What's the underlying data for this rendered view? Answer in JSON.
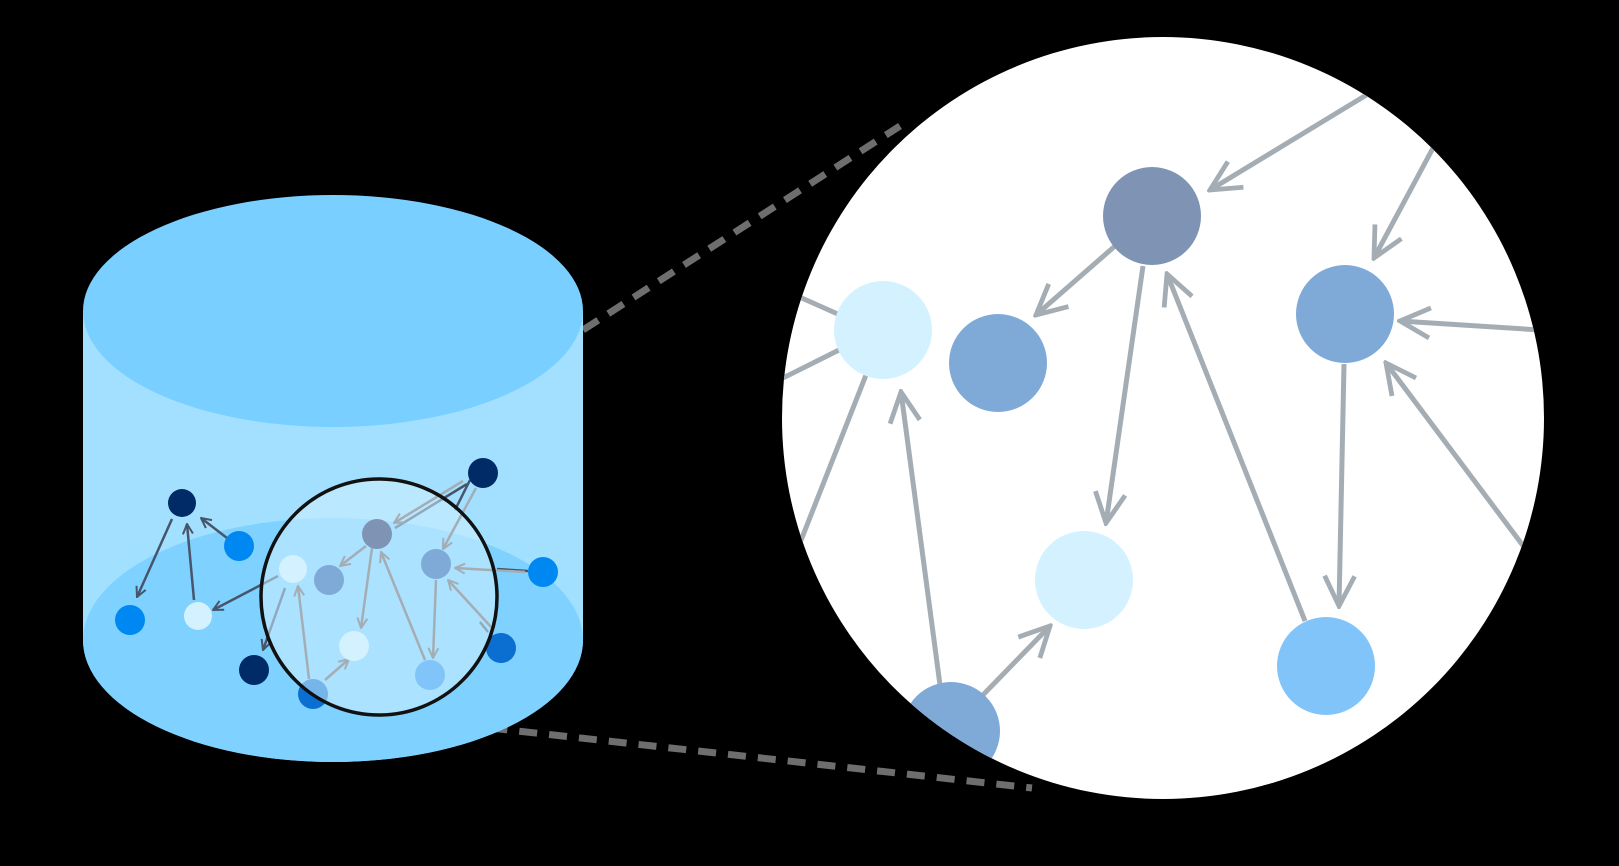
{
  "diagram": {
    "background": "#000000",
    "cylinder": {
      "body_color": "#a3e0ff",
      "top_color": "#79cfff",
      "inner_floor_color": "#7fd2ff"
    },
    "magnifier": {
      "lens_fill": "#cdeeff",
      "zoom_fill": "#ffffff",
      "connector_color": "#6e6e6e",
      "outline_color": "#111111"
    },
    "node_colors": {
      "navy": "#002b66",
      "royal": "#0a6fd1",
      "bright": "#0088f2",
      "steel": "#7f94b4",
      "periwinkle": "#7faad8",
      "sky": "#80c4fa",
      "pale": "#d3f1ff"
    },
    "edge_colors": {
      "dark": "#47556b",
      "light": "#a5adb4"
    },
    "scene_nodes": [
      {
        "id": "n1",
        "tone": "navy"
      },
      {
        "id": "n2",
        "tone": "bright"
      },
      {
        "id": "n3",
        "tone": "bright"
      },
      {
        "id": "n4",
        "tone": "pale"
      },
      {
        "id": "n5",
        "tone": "navy"
      },
      {
        "id": "n6",
        "tone": "bright"
      },
      {
        "id": "n7",
        "tone": "navy"
      },
      {
        "id": "n8",
        "tone": "royal"
      },
      {
        "id": "n9",
        "tone": "royal"
      },
      {
        "id": "n10",
        "tone": "pale"
      },
      {
        "id": "n11",
        "tone": "periwinkle"
      },
      {
        "id": "n12",
        "tone": "steel"
      },
      {
        "id": "n13",
        "tone": "periwinkle"
      },
      {
        "id": "n14",
        "tone": "pale"
      },
      {
        "id": "n15",
        "tone": "sky"
      }
    ],
    "zoom_nodes": [
      {
        "id": "z1",
        "tone": "steel"
      },
      {
        "id": "z2",
        "tone": "periwinkle"
      },
      {
        "id": "z3",
        "tone": "pale"
      },
      {
        "id": "z4",
        "tone": "periwinkle"
      },
      {
        "id": "z5",
        "tone": "pale"
      },
      {
        "id": "z6",
        "tone": "periwinkle"
      },
      {
        "id": "z7",
        "tone": "sky"
      }
    ]
  }
}
